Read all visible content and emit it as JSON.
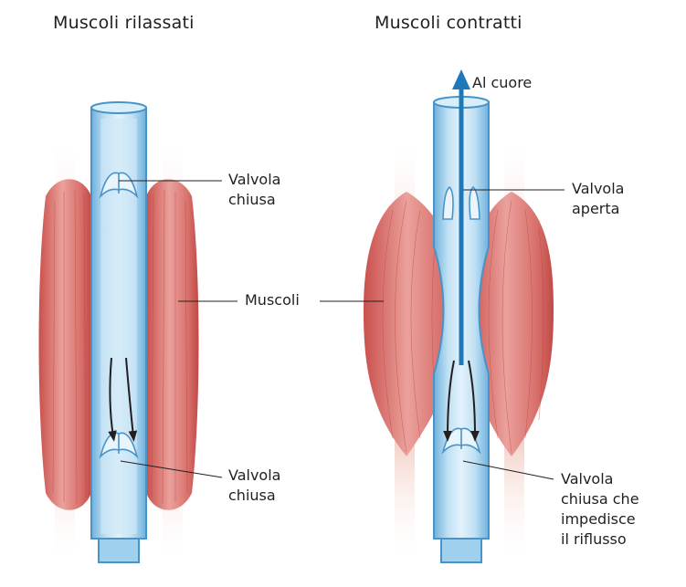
{
  "panels": {
    "relaxed": {
      "title": "Muscoli rilassati",
      "valve_top": [
        "Valvola",
        "chiusa"
      ],
      "valve_bottom": [
        "Valvola",
        "chiusa"
      ]
    },
    "contracted": {
      "title": "Muscoli contratti",
      "flow_label": "Al cuore",
      "valve_top": [
        "Valvola",
        "aperta"
      ],
      "valve_bottom": [
        "Valvola",
        "chiusa che",
        "impedisce",
        "il riflusso"
      ]
    }
  },
  "shared": {
    "muscle_label": "Muscoli"
  },
  "colors": {
    "muscle": "#e4928e",
    "muscle_dark": "#c94f4b",
    "tendon": "#f3d2c8",
    "vein_wall": "#a6d4ee",
    "vein_lumen": "#c2e1f3",
    "vein_edge": "#4a93c8",
    "arrow_blue": "#1f78b8"
  }
}
